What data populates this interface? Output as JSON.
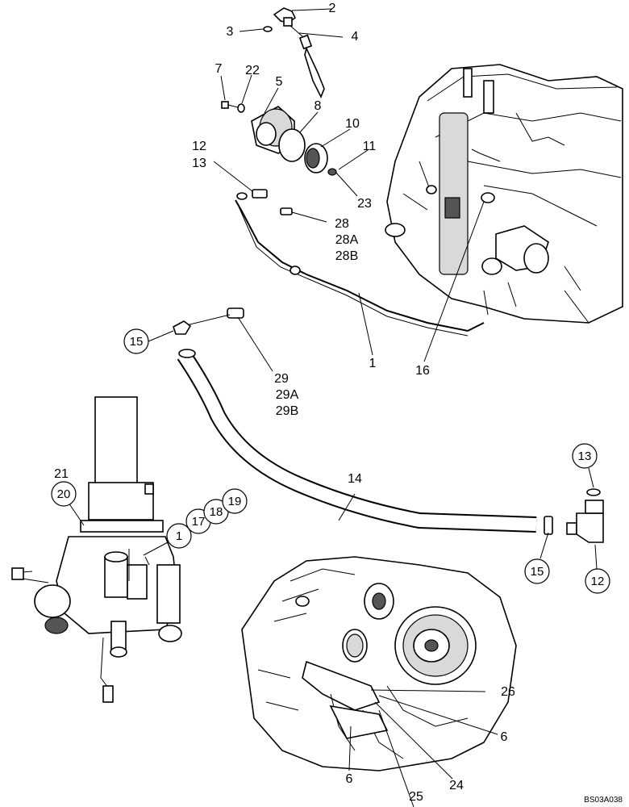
{
  "diagram": {
    "callouts": [
      {
        "id": "c2",
        "text": "2"
      },
      {
        "id": "c3",
        "text": "3"
      },
      {
        "id": "c4",
        "text": "4"
      },
      {
        "id": "c7",
        "text": "7"
      },
      {
        "id": "c22",
        "text": "22"
      },
      {
        "id": "c5",
        "text": "5"
      },
      {
        "id": "c8",
        "text": "8"
      },
      {
        "id": "c10",
        "text": "10"
      },
      {
        "id": "c11",
        "text": "11"
      },
      {
        "id": "c12a",
        "text": "12"
      },
      {
        "id": "c13a",
        "text": "13"
      },
      {
        "id": "c23",
        "text": "23"
      },
      {
        "id": "c28",
        "text": "28"
      },
      {
        "id": "c28a",
        "text": "28A"
      },
      {
        "id": "c28b",
        "text": "28B"
      },
      {
        "id": "c1a",
        "text": "1"
      },
      {
        "id": "c16",
        "text": "16"
      },
      {
        "id": "c29",
        "text": "29"
      },
      {
        "id": "c29a",
        "text": "29A"
      },
      {
        "id": "c29b",
        "text": "29B"
      },
      {
        "id": "c21",
        "text": "21"
      },
      {
        "id": "c14",
        "text": "14"
      },
      {
        "id": "c26",
        "text": "26"
      },
      {
        "id": "c6a",
        "text": "6"
      },
      {
        "id": "c6b",
        "text": "6"
      },
      {
        "id": "c25",
        "text": "25"
      },
      {
        "id": "c24",
        "text": "24"
      }
    ],
    "circled_callouts": [
      {
        "id": "cc15a",
        "text": "15"
      },
      {
        "id": "cc20",
        "text": "20"
      },
      {
        "id": "cc1",
        "text": "1"
      },
      {
        "id": "cc17",
        "text": "17"
      },
      {
        "id": "cc18",
        "text": "18"
      },
      {
        "id": "cc19",
        "text": "19"
      },
      {
        "id": "cc13",
        "text": "13"
      },
      {
        "id": "cc15b",
        "text": "15"
      },
      {
        "id": "cc12",
        "text": "12"
      }
    ],
    "figure_code": "BS03A038"
  }
}
